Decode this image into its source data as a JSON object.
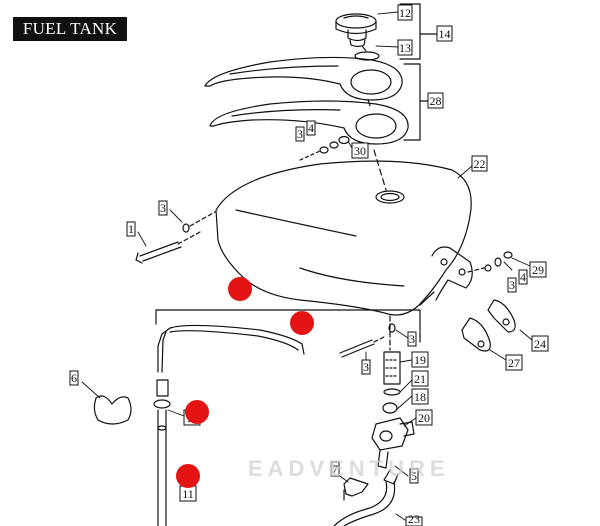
{
  "title": "FUEL TANK",
  "watermark_text": "EADVENTURE",
  "callouts": [
    "12",
    "13",
    "14",
    "28",
    "3",
    "4",
    "30",
    "22",
    "1",
    "3",
    "29",
    "4",
    "3",
    "24",
    "27",
    "3",
    "3",
    "19",
    "21",
    "18",
    "20",
    "6",
    "10",
    "11",
    "7",
    "5",
    "23"
  ],
  "colors": {
    "line": "#111111",
    "marker": "#e41414",
    "title_bg": "#111111",
    "title_text": "#ffffff",
    "watermark": "#cfcfcf"
  },
  "markers_count": 4
}
